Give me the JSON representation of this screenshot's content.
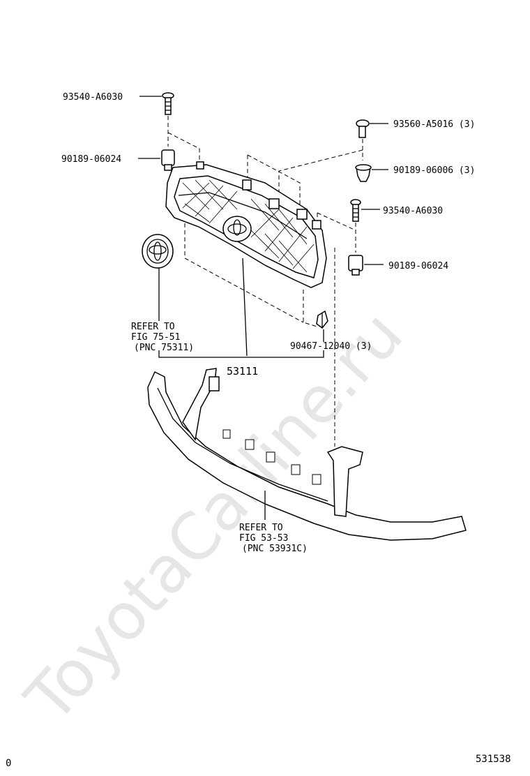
{
  "watermark": "ToyotaCarline.ru",
  "parts": {
    "bolt_top_left": "93540-A6030",
    "clip_left": "90189-06024",
    "screw_top_right": "93560-A5016 (3)",
    "clip_top_right": "90189-06006 (3)",
    "bolt_right": "93540-A6030",
    "clip_right": "90189-06024",
    "nut_clip": "90467-12040 (3)",
    "grille": "53111"
  },
  "refer_emblem": {
    "line1": "REFER TO",
    "line2": "FIG 75-51",
    "line3": "(PNC 75311)"
  },
  "refer_support": {
    "line1": "REFER TO",
    "line2": "FIG 53-53",
    "line3": "(PNC 53931C)"
  },
  "footer": {
    "left": "0",
    "right": "531538"
  }
}
